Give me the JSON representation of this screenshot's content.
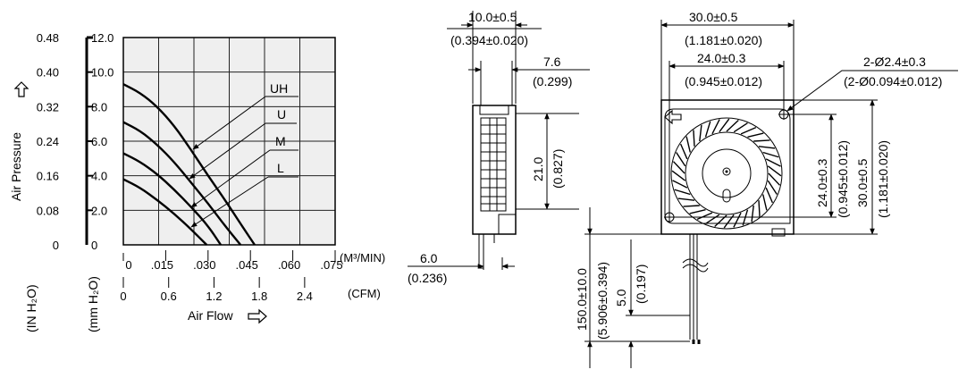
{
  "chart_data": {
    "type": "line",
    "ylabel": "Air Pressure",
    "xlabel": "Air Flow",
    "y_axes": [
      {
        "unit": "(IN H₂O)",
        "ticks": [
          "0",
          "0.08",
          "0.16",
          "0.24",
          "0.32",
          "0.40",
          "0.48"
        ]
      },
      {
        "unit": "(mm H₂O)",
        "ticks": [
          "0",
          "2.0",
          "4.0",
          "6.0",
          "8.0",
          "10.0",
          "12.0"
        ]
      }
    ],
    "x_axes": [
      {
        "unit": "(M³/MIN)",
        "ticks": [
          "0",
          ".015",
          ".030",
          ".045",
          ".060",
          ".075"
        ]
      },
      {
        "unit": "(CFM)",
        "ticks": [
          "0",
          "0.6",
          "1.2",
          "1.8",
          "2.4"
        ]
      }
    ],
    "xlim": [
      0,
      0.075
    ],
    "ylim": [
      0,
      12
    ],
    "series": [
      {
        "name": "UH",
        "x": [
          0,
          0.006,
          0.012,
          0.018,
          0.024,
          0.03,
          0.036,
          0.042,
          0.0465
        ],
        "y": [
          9.3,
          8.8,
          8.0,
          6.9,
          5.5,
          4.0,
          2.6,
          1.1,
          0
        ]
      },
      {
        "name": "U",
        "x": [
          0,
          0.006,
          0.012,
          0.018,
          0.024,
          0.03,
          0.036,
          0.0415
        ],
        "y": [
          7.1,
          6.6,
          5.8,
          4.8,
          3.6,
          2.4,
          1.1,
          0
        ]
      },
      {
        "name": "M",
        "x": [
          0,
          0.006,
          0.012,
          0.018,
          0.024,
          0.03,
          0.0345
        ],
        "y": [
          5.3,
          4.8,
          4.1,
          3.2,
          2.2,
          1.1,
          0
        ]
      },
      {
        "name": "L",
        "x": [
          0,
          0.006,
          0.012,
          0.018,
          0.024,
          0.0295
        ],
        "y": [
          3.8,
          3.3,
          2.6,
          1.8,
          0.9,
          0
        ]
      }
    ],
    "grid": true
  },
  "icons": {
    "up_arrow": "up-arrow-icon",
    "right_arrow": "right-arrow-icon",
    "flow_arrow": "flow-arrow-icon"
  },
  "side_view": {
    "width_mm": "10.0±0.5",
    "width_in": "(0.394±0.020)",
    "depth_mm": "7.6",
    "depth_in": "(0.299)",
    "height_mm": "21.0",
    "height_in": "(0.827)",
    "pin_mm": "6.0",
    "pin_in": "(0.236)"
  },
  "front_view": {
    "outer_mm": "30.0±0.5",
    "outer_in": "(1.181±0.020)",
    "hole_pitch_mm": "24.0±0.3",
    "hole_pitch_in": "(0.945±0.012)",
    "hole_mm": "2-Ø2.4±0.3",
    "hole_in": "(2-Ø0.094±0.012)",
    "v_pitch_mm": "24.0±0.3",
    "v_pitch_in": "(0.945±0.012)",
    "v_outer_mm": "30.0±0.5",
    "v_outer_in": "(1.181±0.020)",
    "lead_mm": "150.0±10.0",
    "lead_in": "(5.906±0.394)",
    "strip_mm": "5.0",
    "strip_in": "(0.197)"
  }
}
